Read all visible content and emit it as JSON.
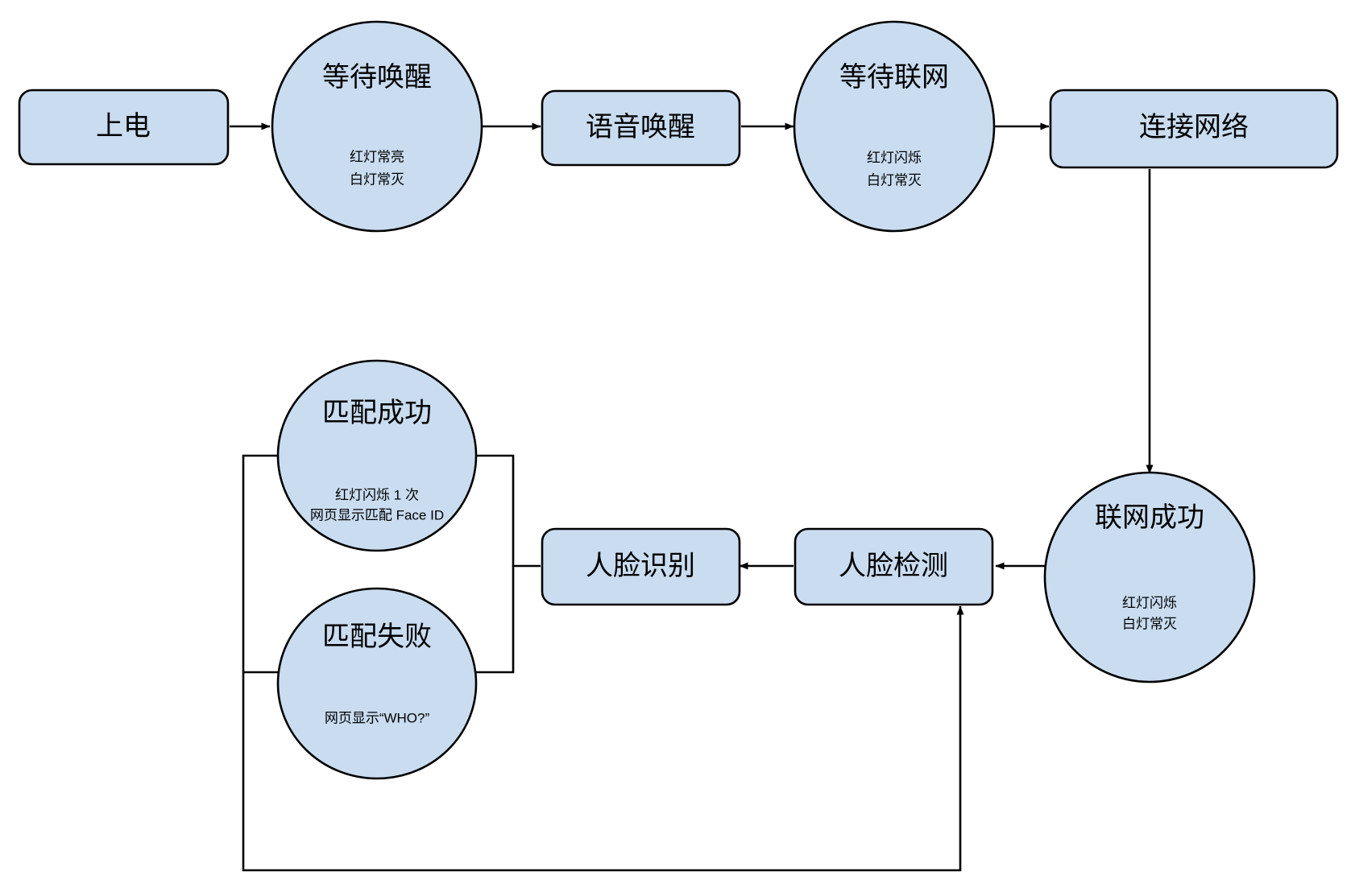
{
  "diagram": {
    "type": "flowchart",
    "background_color": "#ffffff",
    "node_fill_color": "#c9dcf0",
    "node_stroke_color": "#000000",
    "edge_color": "#000000",
    "nodes": [
      {
        "id": "power-on",
        "shape": "rounded-rect",
        "title": "上电",
        "sub_lines": []
      },
      {
        "id": "wait-wakeup",
        "shape": "ellipse",
        "title": "等待唤醒",
        "sub_lines": [
          "红灯常亮",
          "白灯常灭"
        ]
      },
      {
        "id": "voice-wakeup",
        "shape": "rounded-rect",
        "title": "语音唤醒",
        "sub_lines": []
      },
      {
        "id": "wait-network",
        "shape": "ellipse",
        "title": "等待联网",
        "sub_lines": [
          "红灯闪烁",
          "白灯常灭"
        ]
      },
      {
        "id": "connect-network",
        "shape": "rounded-rect",
        "title": "连接网络",
        "sub_lines": []
      },
      {
        "id": "network-success",
        "shape": "ellipse",
        "title": "联网成功",
        "sub_lines": [
          "红灯闪烁",
          "白灯常灭"
        ]
      },
      {
        "id": "face-detect",
        "shape": "rounded-rect",
        "title": "人脸检测",
        "sub_lines": []
      },
      {
        "id": "face-recognize",
        "shape": "rounded-rect",
        "title": "人脸识别",
        "sub_lines": []
      },
      {
        "id": "match-success",
        "shape": "ellipse",
        "title": "匹配成功",
        "sub_lines": [
          "红灯闪烁 1 次",
          "网页显示匹配 Face ID"
        ]
      },
      {
        "id": "match-failure",
        "shape": "ellipse",
        "title": "匹配失败",
        "sub_lines": [
          "网页显示“WHO?”"
        ]
      }
    ],
    "edges": [
      {
        "id": "e1",
        "from": "power-on",
        "to": "wait-wakeup",
        "arrow": true
      },
      {
        "id": "e2",
        "from": "wait-wakeup",
        "to": "voice-wakeup",
        "arrow": true
      },
      {
        "id": "e3",
        "from": "voice-wakeup",
        "to": "wait-network",
        "arrow": true
      },
      {
        "id": "e4",
        "from": "wait-network",
        "to": "connect-network",
        "arrow": true
      },
      {
        "id": "e5",
        "from": "connect-network",
        "to": "network-success",
        "arrow": true
      },
      {
        "id": "e6",
        "from": "network-success",
        "to": "face-detect",
        "arrow": true
      },
      {
        "id": "e7",
        "from": "face-detect",
        "to": "face-recognize",
        "arrow": true
      },
      {
        "id": "e8",
        "from": "face-recognize",
        "to": "match-success",
        "arrow": false
      },
      {
        "id": "e9",
        "from": "face-recognize",
        "to": "match-failure",
        "arrow": false
      },
      {
        "id": "e10",
        "from": "match-failure",
        "to": "face-detect",
        "arrow": true
      }
    ]
  }
}
